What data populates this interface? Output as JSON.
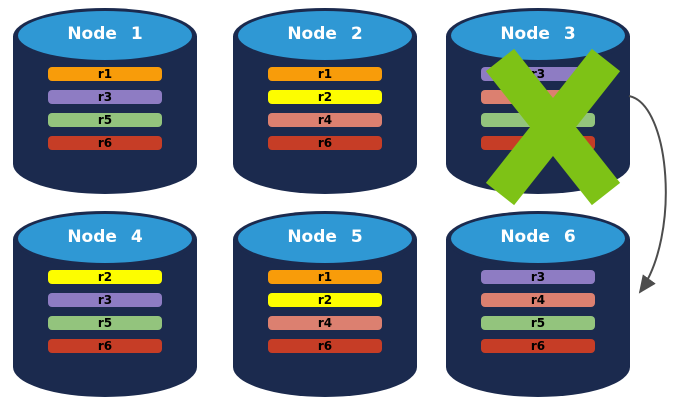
{
  "canvas": {
    "background": "#FFFFFF"
  },
  "diagram": {
    "type": "replicated-database-nodes",
    "nodes": [
      {
        "label": "Node 1",
        "failed": false,
        "replicas": [
          "r1",
          "r3",
          "r5",
          "r6"
        ]
      },
      {
        "label": "Node 2",
        "failed": false,
        "replicas": [
          "r1",
          "r2",
          "r4",
          "r6"
        ]
      },
      {
        "label": "Node 3",
        "failed": true,
        "replicas": [
          "r3",
          "r4",
          "r5",
          "r6"
        ]
      },
      {
        "label": "Node 4",
        "failed": false,
        "replicas": [
          "r2",
          "r3",
          "r5",
          "r6"
        ]
      },
      {
        "label": "Node 5",
        "failed": false,
        "replicas": [
          "r1",
          "r2",
          "r4",
          "r6"
        ]
      },
      {
        "label": "Node 6",
        "failed": false,
        "replicas": [
          "r3",
          "r4",
          "r5",
          "r6"
        ]
      }
    ],
    "replica_colors": {
      "r1": "#F89C0A",
      "r2": "#FDFD00",
      "r3": "#8E7CC3",
      "r4": "#DC8070",
      "r5": "#93C47D",
      "r6": "#C63D26"
    },
    "colors": {
      "cylinder_body": "#1B2A4E",
      "cylinder_top": "#2F98D4",
      "node_label_text": "#FFFFFF",
      "replica_label_text": "#000000",
      "failure_x": "#7EC216",
      "arrow": "#4D4D4D",
      "canvas_bg": "#FFFFFF"
    },
    "arrow": {
      "from": "Node 3",
      "to": "Node 6"
    }
  }
}
